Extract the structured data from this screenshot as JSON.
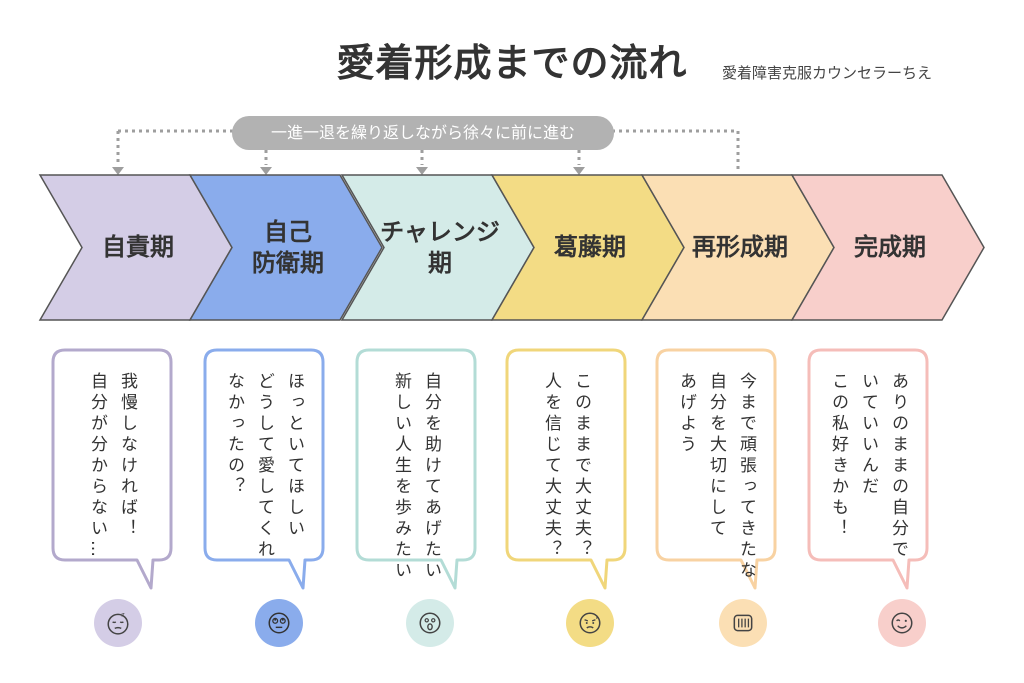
{
  "title": "愛着形成までの流れ",
  "author": "愛着障害克服カウンセラーちえ",
  "progress_note": "一進一退を繰り返しながら徐々に前に進む",
  "stages": [
    {
      "label": "自責期",
      "color": "#d4cde6",
      "border": "#b3a9cc",
      "face_color": "#d4cde6",
      "lines": [
        "我慢しなければ！",
        "自分が分からない…"
      ]
    },
    {
      "label": "自己\n防衛期",
      "color": "#8aacec",
      "border": "#8aacec",
      "face_color": "#8aacec",
      "lines": [
        "ほっといてほしい",
        "どうして愛してくれ",
        "なかったの？"
      ]
    },
    {
      "label": "チャレンジ\n期",
      "color": "#d4ebe8",
      "border": "#b3dcd6",
      "face_color": "#d4ebe8",
      "lines": [
        "自分を助けてあげたい",
        "新しい人生を歩みたい"
      ]
    },
    {
      "label": "葛藤期",
      "color": "#f3dc85",
      "border": "#f0d67a",
      "face_color": "#f3dc85",
      "lines": [
        "このままで大丈夫？",
        "人を信じて大丈夫？"
      ]
    },
    {
      "label": "再形成期",
      "color": "#fbdfb4",
      "border": "#f8d2a2",
      "face_color": "#fbdfb4",
      "lines": [
        "今まで頑張ってきたな",
        "自分を大切にして",
        "あげよう"
      ]
    },
    {
      "label": "完成期",
      "color": "#f8cfcb",
      "border": "#f5bdb9",
      "face_color": "#f8cfcb",
      "lines": [
        "ありのままの自分で",
        "いていいんだ",
        "この私好きかも！"
      ]
    }
  ]
}
